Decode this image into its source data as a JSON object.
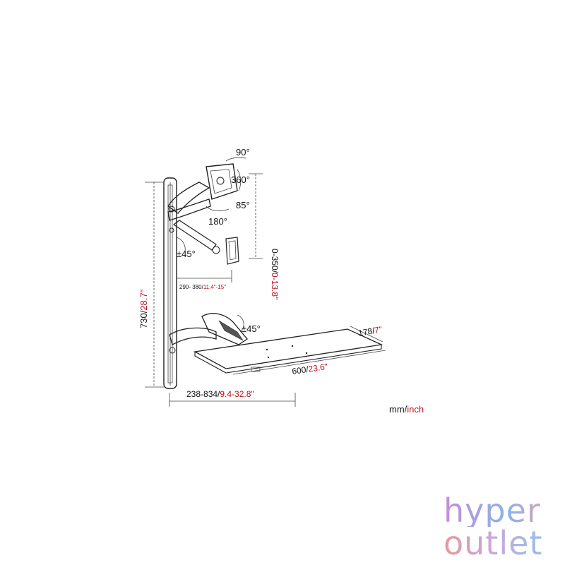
{
  "diagram": {
    "angles": {
      "tilt_up": "90°",
      "rotate": "360°",
      "tilt_down": "85°",
      "swivel": "180°",
      "upper_arm_swivel": "±45°",
      "lower_arm_swivel": "±45°"
    },
    "dimensions": {
      "height_adjust_mm": "0-350/",
      "height_adjust_in": "0-13.8\"",
      "arm_reach_mm": "290- 380/",
      "arm_reach_in": "11.4\"-15\"",
      "column_height_mm": "730/",
      "column_height_in": "28.7\"",
      "tray_depth_mm": "178/",
      "tray_depth_in": "7\"",
      "tray_width_mm": "600/",
      "tray_width_in": "23.6\"",
      "reach_mm": "238-834/",
      "reach_in": "9.4-32.8\""
    },
    "units": {
      "mm": "mm/",
      "inch": "inch"
    },
    "colors": {
      "line": "#222222",
      "accent": "#b3121f"
    }
  },
  "brand": {
    "line1": "hyper",
    "line2": "outlet"
  }
}
